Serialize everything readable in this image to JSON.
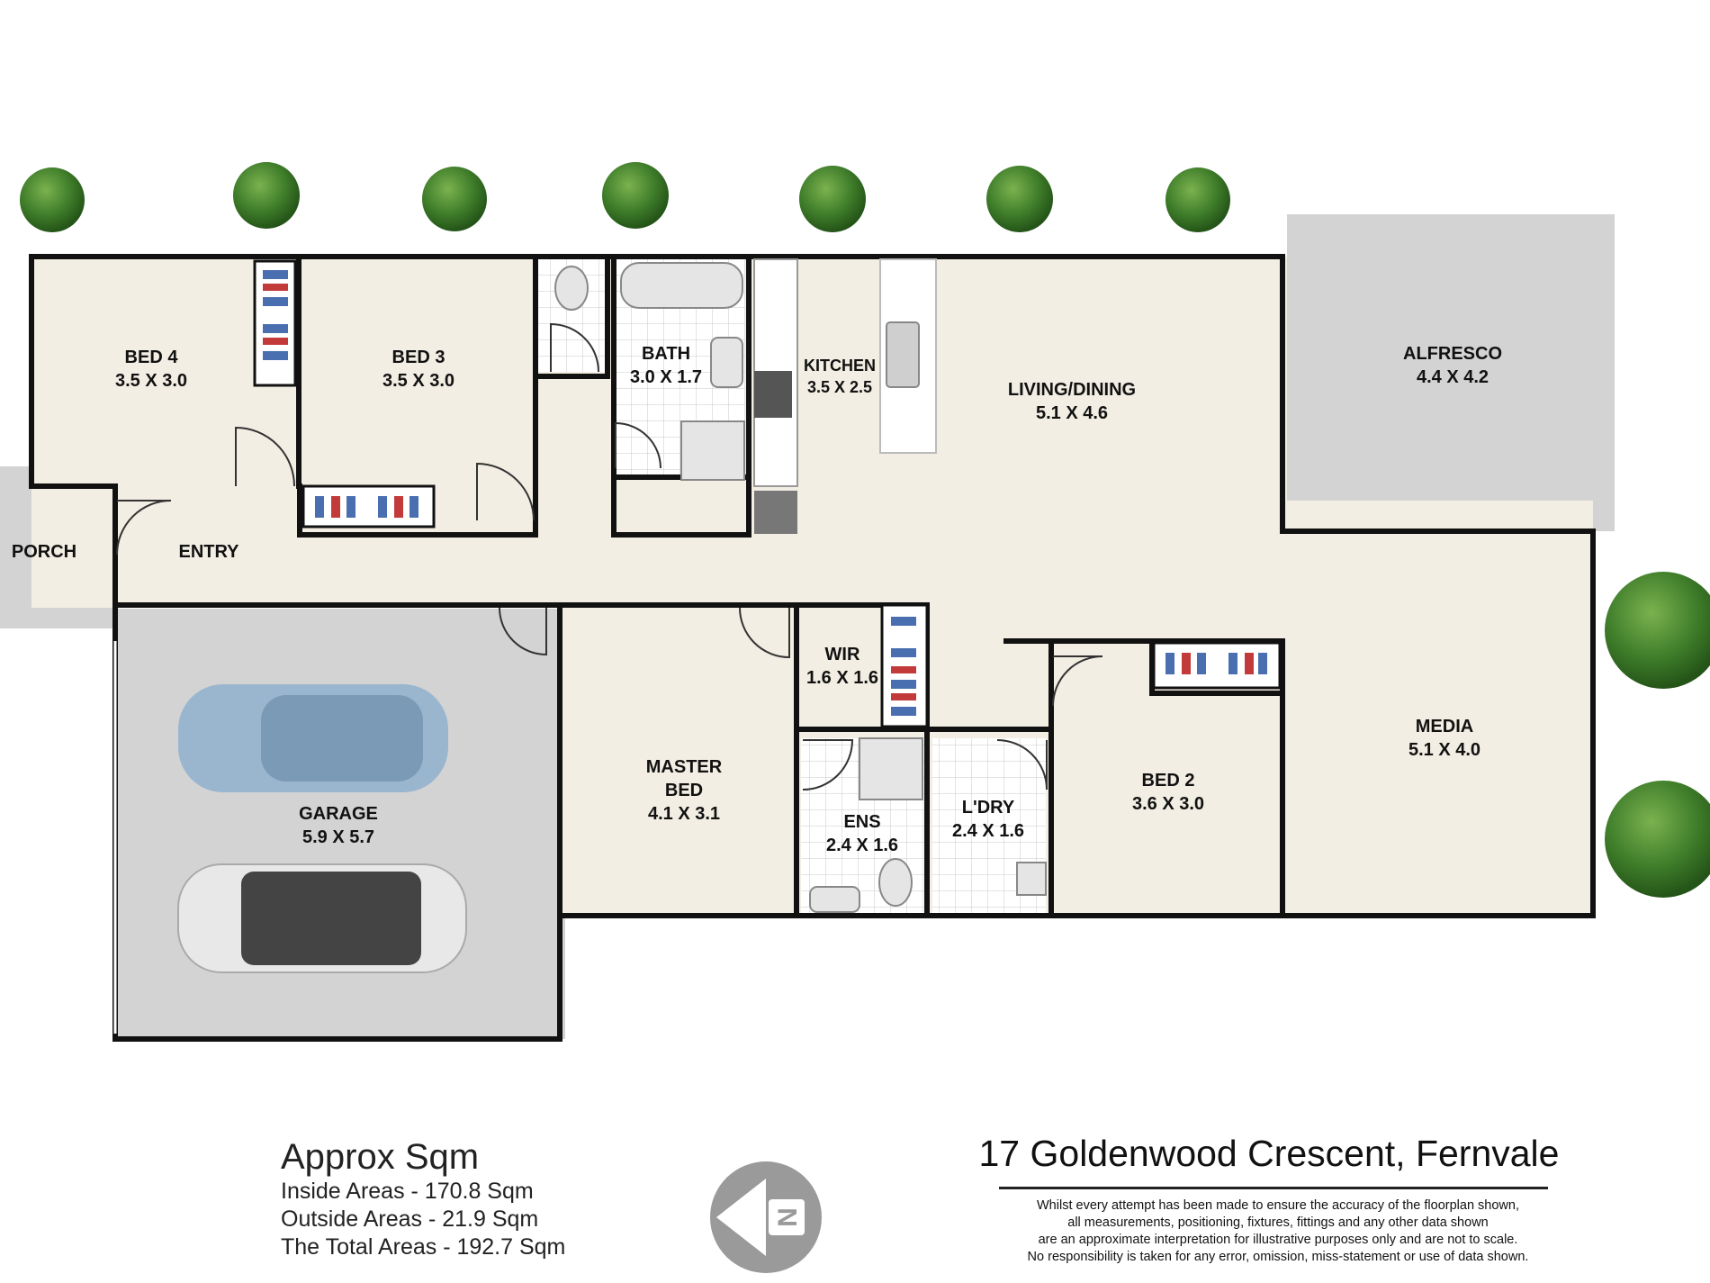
{
  "rooms": {
    "bed4": {
      "name": "BED 4",
      "dims": "3.5 X 3.0"
    },
    "bed3": {
      "name": "BED 3",
      "dims": "3.5 X 3.0"
    },
    "bath": {
      "name": "BATH",
      "dims": "3.0 X 1.7"
    },
    "kitchen": {
      "name": "KITCHEN",
      "dims": "3.5 X 2.5"
    },
    "living": {
      "name": "LIVING/DINING",
      "dims": "5.1 X 4.6"
    },
    "alfresco": {
      "name": "ALFRESCO",
      "dims": "4.4 X 4.2"
    },
    "porch": {
      "name": "PORCH"
    },
    "entry": {
      "name": "ENTRY"
    },
    "garage": {
      "name": "GARAGE",
      "dims": "5.9 X 5.7"
    },
    "wir": {
      "name": "WIR",
      "dims": "1.6 X 1.6"
    },
    "master": {
      "name1": "MASTER",
      "name2": "BED",
      "dims": "4.1 X 3.1"
    },
    "ens": {
      "name": "ENS",
      "dims": "2.4 X 1.6"
    },
    "ldry": {
      "name": "L'DRY",
      "dims": "2.4 X 1.6"
    },
    "bed2": {
      "name": "BED 2",
      "dims": "3.6 X 3.0"
    },
    "media": {
      "name": "MEDIA",
      "dims": "5.1 X 4.0"
    }
  },
  "areas": {
    "title": "Approx Sqm",
    "inside": "Inside Areas - 170.8 Sqm",
    "outside": "Outside Areas - 21.9 Sqm",
    "total": "The Total Areas - 192.7 Sqm"
  },
  "address": "17 Goldenwood Crescent, Fernvale",
  "disclaimer": [
    "Whilst every attempt has been made to ensure the accuracy of the floorplan shown,",
    "all measurements, positioning, fixtures, fittings and any other data shown",
    "are an approximate interpretation for illustrative purposes only and are not to scale.",
    "No responsibility is taken for any error, omission, miss-statement or use of data shown."
  ],
  "compass_letter": "N",
  "colors": {
    "floor": "#f3eee3",
    "outdoor": "#d3d3d3",
    "wall": "#111111",
    "tree": "#3f7d2a"
  }
}
